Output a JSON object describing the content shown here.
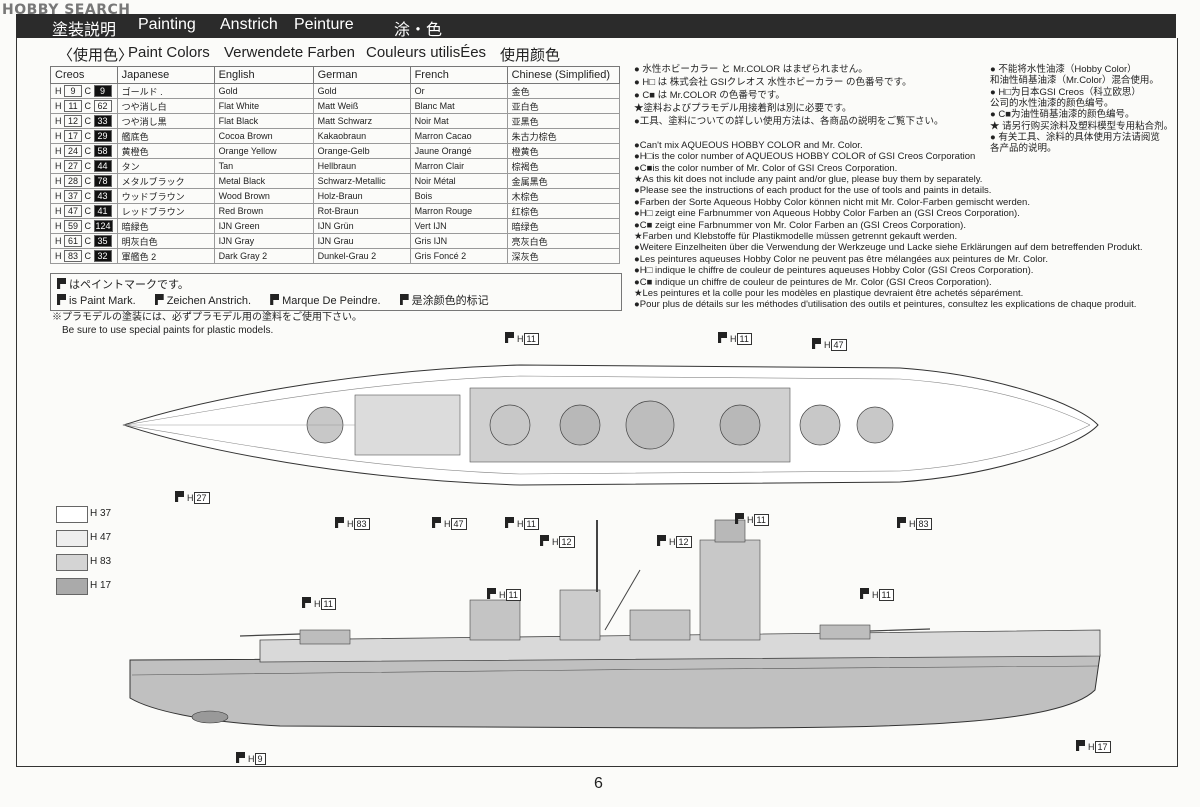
{
  "watermark": "HOBBY SEARCH",
  "header": {
    "jp": "塗装説明",
    "en": "Painting",
    "de": "Anstrich",
    "fr": "Peinture",
    "cn": "涂・色"
  },
  "subheading": {
    "jp": "〈使用色〉",
    "en": "Paint Colors",
    "de": "Verwendete Farben",
    "fr": "Couleurs utilisÉes",
    "cn": "使用颜色"
  },
  "table": {
    "headers": [
      "Creos",
      "Japanese",
      "English",
      "German",
      "French",
      "Chinese (Simplified)"
    ],
    "rows": [
      {
        "h": "9",
        "c": "9",
        "cdark": true,
        "jp": "ゴールド .",
        "en": "Gold",
        "de": "Gold",
        "fr": "Or",
        "cn": "金色"
      },
      {
        "h": "11",
        "c": "62",
        "cdark": false,
        "jp": "つや消し白",
        "en": "Flat White",
        "de": "Matt Weiß",
        "fr": "Blanc Mat",
        "cn": "亚白色"
      },
      {
        "h": "12",
        "c": "33",
        "cdark": true,
        "jp": "つや消し黒",
        "en": "Flat Black",
        "de": "Matt Schwarz",
        "fr": "Noir Mat",
        "cn": "亚黑色"
      },
      {
        "h": "17",
        "c": "29",
        "cdark": true,
        "jp": "艦底色",
        "en": "Cocoa Brown",
        "de": "Kakaobraun",
        "fr": "Marron Cacao",
        "cn": "朱古力棕色"
      },
      {
        "h": "24",
        "c": "58",
        "cdark": true,
        "jp": "黄橙色",
        "en": "Orange Yellow",
        "de": "Orange-Gelb",
        "fr": "Jaune Orangé",
        "cn": "橙黄色"
      },
      {
        "h": "27",
        "c": "44",
        "cdark": true,
        "jp": "タン",
        "en": "Tan",
        "de": "Hellbraun",
        "fr": "Marron Clair",
        "cn": "棕褐色"
      },
      {
        "h": "28",
        "c": "78",
        "cdark": true,
        "jp": "メタルブラック",
        "en": "Metal Black",
        "de": "Schwarz-Metallic",
        "fr": "Noir Métal",
        "cn": "金属黑色"
      },
      {
        "h": "37",
        "c": "43",
        "cdark": true,
        "jp": "ウッドブラウン",
        "en": "Wood Brown",
        "de": "Holz-Braun",
        "fr": "Bois",
        "cn": "木棕色"
      },
      {
        "h": "47",
        "c": "41",
        "cdark": true,
        "jp": "レッドブラウン",
        "en": "Red Brown",
        "de": "Rot-Braun",
        "fr": "Marron Rouge",
        "cn": "红棕色"
      },
      {
        "h": "59",
        "c": "124",
        "cdark": true,
        "jp": "暗緑色",
        "en": "IJN Green",
        "de": "IJN Grün",
        "fr": "Vert IJN",
        "cn": "暗绿色"
      },
      {
        "h": "61",
        "c": "35",
        "cdark": true,
        "jp": "明灰白色",
        "en": "IJN Gray",
        "de": "IJN Grau",
        "fr": "Gris IJN",
        "cn": "亮灰白色"
      },
      {
        "h": "83",
        "c": "32",
        "cdark": true,
        "jp": "軍艦色 2",
        "en": "Dark Gray 2",
        "de": "Dunkel-Grau 2",
        "fr": "Gris Foncé 2",
        "cn": "深灰色"
      }
    ]
  },
  "paint_mark": {
    "line1": "はペイントマークです。",
    "en": "is Paint Mark.",
    "de": "Zeichen Anstrich.",
    "fr": "Marque De Peindre.",
    "cn": "是涂颜色的标记"
  },
  "plastic_note": {
    "jp": "※プラモデルの塗装には、必ずプラモデル用の塗料をご使用下さい。",
    "en": "Be sure to use special paints for plastic models."
  },
  "notes_jp": [
    "● 水性ホビーカラー と Mr.COLOR はまぜられません。",
    "● H□ は 株式会社 GSIクレオス 水性ホビーカラー の色番号です。",
    "● C■ は Mr.COLOR の色番号です。",
    "★塗料およびプラモデル用接着剤は別に必要です。",
    "●工具、塗料についての詳しい使用方法は、各商品の説明をご覧下さい。"
  ],
  "notes_cn": [
    "● 不能将水性油漆（Hobby Color）",
    "和油性硝基油漆（Mr.Color）混合使用。",
    "● H□为日本GSI Creos（科立欧思）",
    "公司的水性油漆的颜色编号。",
    "● C■为油性硝基油漆的颜色编号。",
    "★ 请另行购买涂料及塑料模型专用粘合剂。",
    "● 有关工具、涂料的具体使用方法请阅览",
    "各产品的说明。"
  ],
  "notes_en": [
    "●Can't mix AQUEOUS HOBBY COLOR and Mr. Color.",
    "●H□is the color number of AQUEOUS HOBBY COLOR of GSI Creos Corporation",
    "●C■is the color number of Mr. Color of GSI Creos Corporation.",
    "★As this kit does not include any paint and/or glue, please buy them by separately.",
    "●Please see the instructions of each product for the use of tools and paints in details."
  ],
  "notes_de": [
    "●Farben der Sorte Aqueous Hobby Color können nicht mit Mr. Color-Farben gemischt werden.",
    "●H□ zeigt eine Farbnummer von Aqueous Hobby Color Farben an (GSI Creos Corporation).",
    "●C■ zeigt eine Farbnummer von Mr. Color Farben an (GSI Creos Corporation).",
    "★Farben und Klebstoffe für Plastikmodelle müssen getrennt gekauft werden.",
    "●Weitere Einzelheiten über die Verwendung der Werkzeuge und Lacke siehe Erklärungen auf dem betreffenden Produkt."
  ],
  "notes_fr": [
    "●Les peintures aqueuses Hobby Color ne peuvent pas être mélangées aux peintures de Mr. Color.",
    "●H□ indique le chiffre de couleur de peintures aqueuses Hobby Color (GSI Creos Corporation).",
    "●C■ indique un chiffre de couleur de peintures de Mr. Color (GSI Creos Corporation).",
    "★Les peintures et la colle pour les modèles en plastique devraient être achetés séparément.",
    "●Pour plus de détails sur les méthodes d'utilisation des outils et peintures, consultez les explications de chaque produit."
  ],
  "swatches": [
    {
      "label": "H 37",
      "color": "#ffffff"
    },
    {
      "label": "H 47",
      "color": "#eeeeee"
    },
    {
      "label": "H 83",
      "color": "#d4d4d4"
    },
    {
      "label": "H 17",
      "color": "#aaaaaa"
    }
  ],
  "callouts": {
    "top_11a": "11",
    "top_11b": "11",
    "top_47a": "47",
    "top_27": "27",
    "top_83a": "83",
    "top_47b": "47",
    "top_11c": "11",
    "top_11d": "11",
    "top_83b": "83",
    "side_12a": "12",
    "side_12b": "12",
    "side_11a": "11",
    "side_11b": "11",
    "side_11c": "11",
    "side_9": "9",
    "side_17": "17"
  },
  "h_prefix": "H",
  "c_prefix": "C",
  "page_number": "6"
}
